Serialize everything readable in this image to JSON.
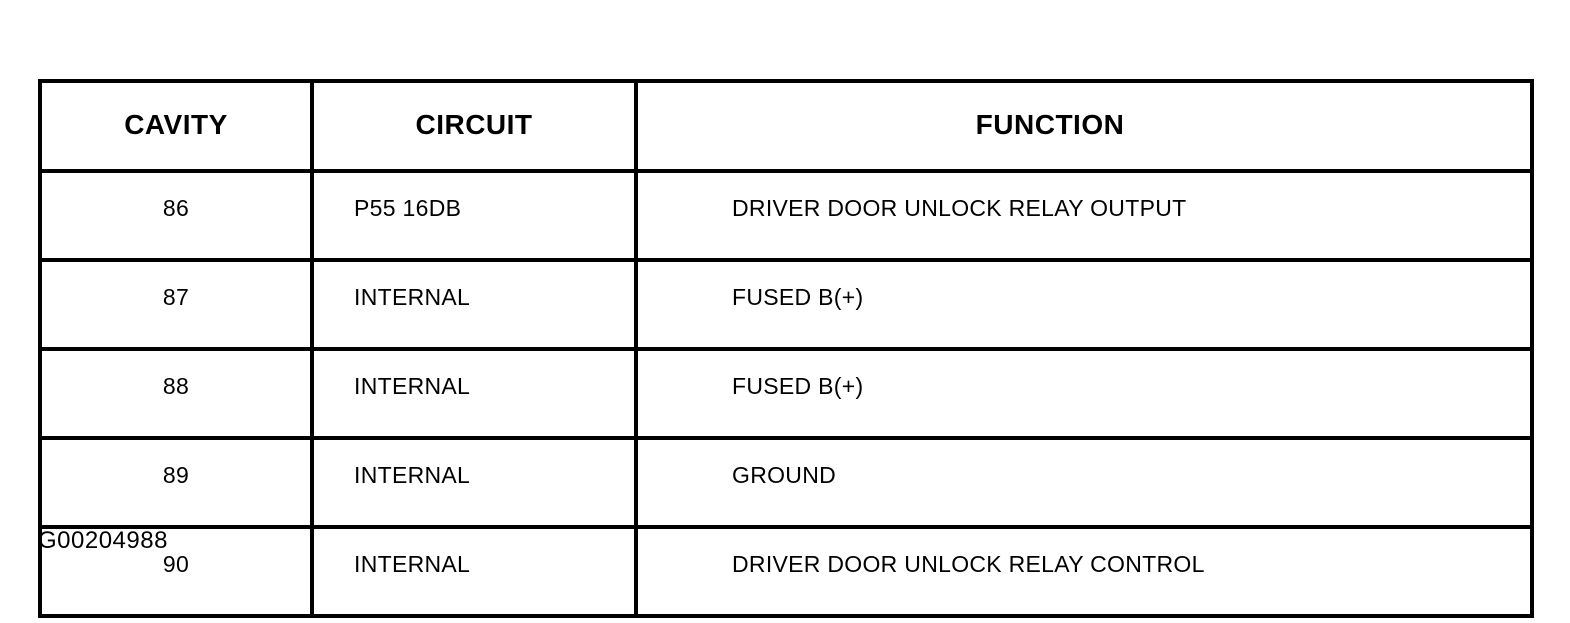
{
  "figure": {
    "id_label": "G00204988"
  },
  "table": {
    "columns": [
      {
        "key": "cavity",
        "label": "CAVITY"
      },
      {
        "key": "circuit",
        "label": "CIRCUIT"
      },
      {
        "key": "function",
        "label": "FUNCTION"
      }
    ],
    "rows": [
      {
        "cavity": "86",
        "circuit": "P55 16DB",
        "function": "DRIVER DOOR UNLOCK RELAY OUTPUT"
      },
      {
        "cavity": "87",
        "circuit": "INTERNAL",
        "function": "FUSED B(+)"
      },
      {
        "cavity": "88",
        "circuit": "INTERNAL",
        "function": "FUSED B(+)"
      },
      {
        "cavity": "89",
        "circuit": "INTERNAL",
        "function": "GROUND"
      },
      {
        "cavity": "90",
        "circuit": "INTERNAL",
        "function": "DRIVER DOOR UNLOCK RELAY CONTROL"
      }
    ]
  },
  "colors": {
    "ink": "#000000",
    "paper": "#ffffff"
  }
}
